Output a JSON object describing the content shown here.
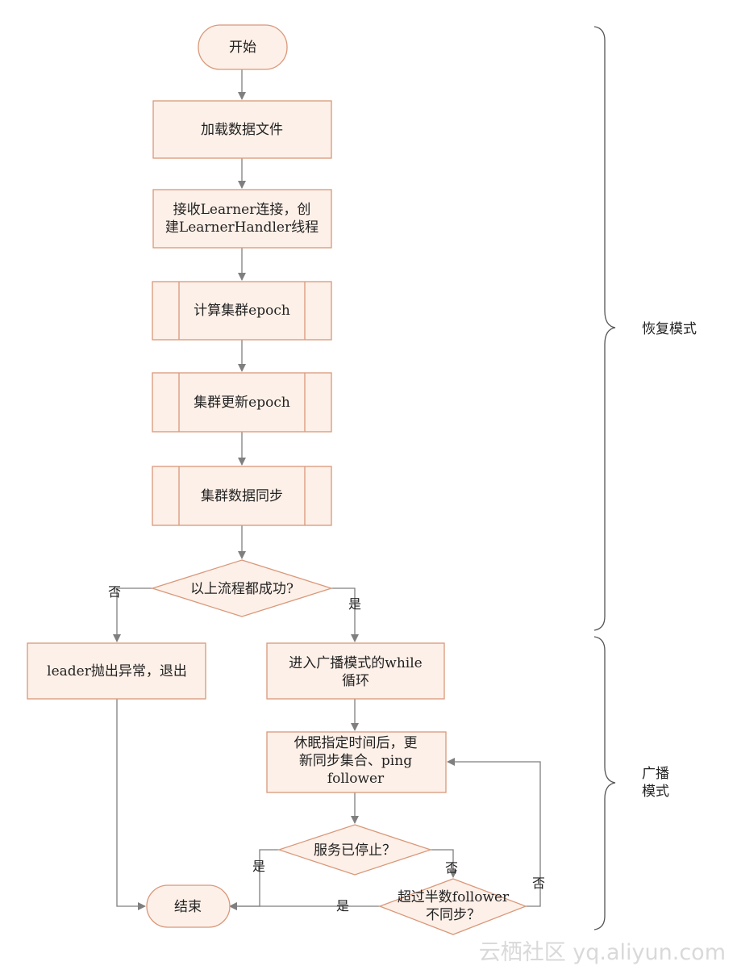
{
  "flowchart": {
    "start": "开始",
    "load_data": "加载数据文件",
    "accept_learner": [
      "接收Learner连接，创",
      "建LearnerHandler线程"
    ],
    "calc_epoch": "计算集群epoch",
    "update_epoch": "集群更新epoch",
    "sync_data": "集群数据同步",
    "decision_success": "以上流程都成功?",
    "leader_exit": "leader抛出异常，退出",
    "enter_broadcast": [
      "进入广播模式的while",
      "循环"
    ],
    "sleep_update": [
      "休眠指定时间后，更",
      "新同步集合、ping",
      "follower"
    ],
    "decision_stopped": "服务已停止？",
    "decision_half": [
      "超过半数follower",
      "不同步？"
    ],
    "end": "结束"
  },
  "edge_labels": {
    "success_no": "否",
    "success_yes": "是",
    "stopped_yes": "是",
    "stopped_no": "否",
    "half_yes": "是",
    "half_no": "否"
  },
  "phases": {
    "recovery": "恢复模式",
    "broadcast": [
      "广播",
      "模式"
    ]
  },
  "watermark": "云栖社区 yq.aliyun.com",
  "colors": {
    "node_fill": "#fdf0e8",
    "node_stroke": "#d9987a",
    "arrow": "#7f7f7f",
    "brace": "#555555"
  }
}
